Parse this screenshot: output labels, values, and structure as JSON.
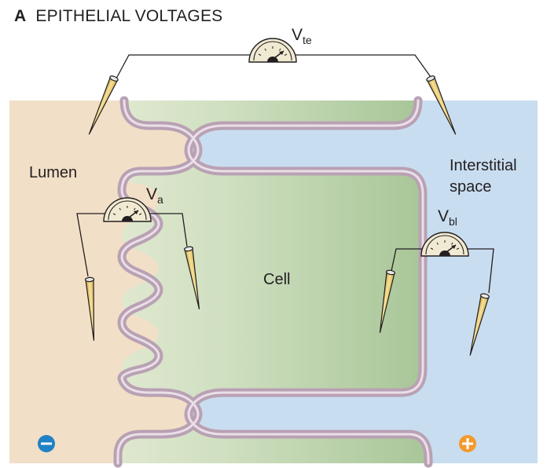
{
  "title": {
    "panel_letter": "A",
    "text": "EPITHELIAL VOLTAGES"
  },
  "compartments": {
    "lumen": "Lumen",
    "cell": "Cell",
    "interstitial_line1": "Interstitial",
    "interstitial_line2": "space"
  },
  "meters": {
    "transepithelial": {
      "symbol": "V",
      "subscript": "te"
    },
    "apical": {
      "symbol": "V",
      "subscript": "a"
    },
    "basolateral": {
      "symbol": "V",
      "subscript": "bl"
    }
  },
  "polarity": {
    "lumen_sign": "negative",
    "interstitial_sign": "positive"
  },
  "colors": {
    "lumen": "#f2dfc7",
    "interstitial": "#c9ddf0",
    "cell_light": "#dbe5cc",
    "cell_dark": "#a9c79a",
    "membrane_outer": "#b9a1b4",
    "membrane_inner": "#e9dde7",
    "electrode": "#f0d98a",
    "negative_badge": "#1f82c4",
    "positive_badge": "#f29a2e"
  }
}
